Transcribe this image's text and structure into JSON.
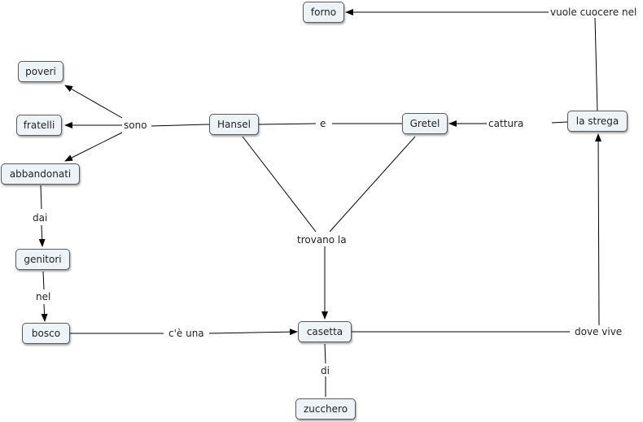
{
  "concepts": {
    "forno": "forno",
    "poveri": "poveri",
    "fratelli": "fratelli",
    "hansel": "Hansel",
    "gretel": "Gretel",
    "la_strega": "la strega",
    "abbandonati": "abbandonati",
    "genitori": "genitori",
    "bosco": "bosco",
    "casetta": "casetta",
    "zucchero": "zucchero"
  },
  "links": {
    "vuole_cuocere_nel": "vuole cuocere nel",
    "sono": "sono",
    "e": "e",
    "cattura": "cattura",
    "dai": "dai",
    "nel": "nel",
    "trovano_la": "trovano la",
    "ce_una": "c'è una",
    "dove_vive": "dove vive",
    "di": "di"
  },
  "colors": {
    "node_fill": "#eef3f8",
    "node_border": "#5a5a5a",
    "line": "#000000"
  }
}
